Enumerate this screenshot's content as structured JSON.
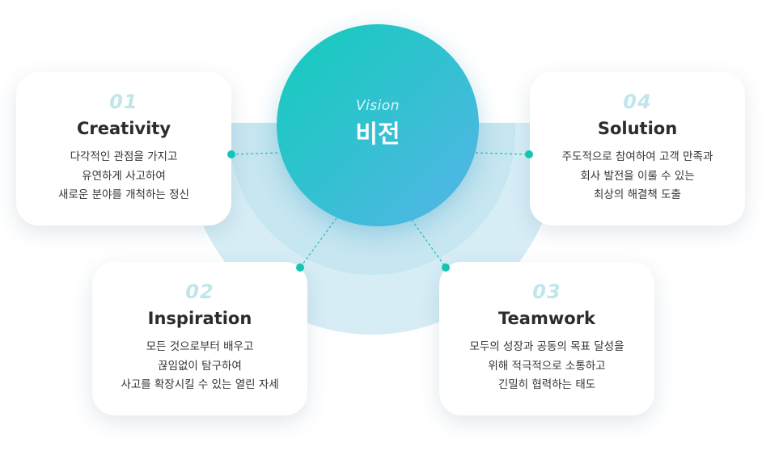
{
  "center": {
    "english": "Vision",
    "korean": "비전"
  },
  "cards": [
    {
      "number": "01",
      "title": "Creativity",
      "lines": [
        "다각적인 관점을 가지고",
        "유연하게 사고하여",
        "새로운 분야를 개척하는 정신"
      ]
    },
    {
      "number": "02",
      "title": "Inspiration",
      "lines": [
        "모든 것으로부터 배우고",
        "끊임없이 탐구하여",
        "사고를 확장시킬 수 있는 열린 자세"
      ]
    },
    {
      "number": "03",
      "title": "Teamwork",
      "lines": [
        "모두의 성장과 공동의 목표 달성을",
        "위해 적극적으로 소통하고",
        "긴밀히 협력하는 태도"
      ]
    },
    {
      "number": "04",
      "title": "Solution",
      "lines": [
        "주도적으로 참여하여 고객 만족과",
        "회사 발전을 이룰 수 있는",
        "최상의 해결책 도출"
      ]
    }
  ],
  "colors": {
    "accent": "#14c4b4",
    "gradient_start": "#14ccbb",
    "gradient_end": "#56b4e8",
    "number_tint": "#bfe6ea",
    "backdrop": "#d6edf6"
  }
}
